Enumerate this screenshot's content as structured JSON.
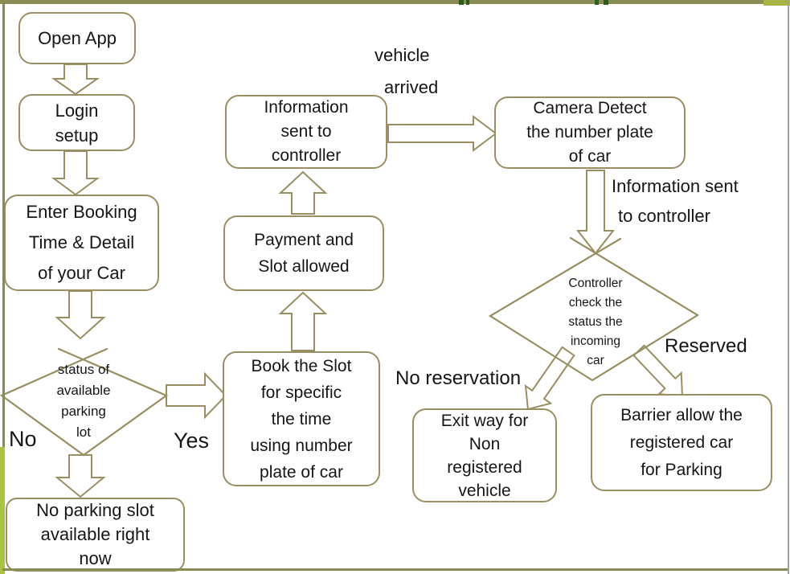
{
  "slide": {
    "description": "Parking app flowchart slide"
  },
  "nodes": {
    "open_app": {
      "lines": [
        "Open App"
      ]
    },
    "login_setup": {
      "lines": [
        "Login",
        "setup"
      ]
    },
    "enter_booking": {
      "lines": [
        "Enter Booking",
        "Time & Detail",
        "of your Car"
      ]
    },
    "status_diamond": {
      "lines": [
        "status of",
        "available",
        "parking",
        "lot"
      ]
    },
    "no_parking": {
      "lines": [
        "No parking slot",
        "available right",
        "now"
      ]
    },
    "book_slot": {
      "lines": [
        "Book the Slot",
        "for specific",
        "the time",
        "using number",
        "plate of car"
      ]
    },
    "payment": {
      "lines": [
        "Payment and",
        "Slot allowed"
      ]
    },
    "info_controller": {
      "lines": [
        "Information",
        "sent to",
        "controller"
      ]
    },
    "camera_detect": {
      "lines": [
        "Camera Detect",
        "the number plate",
        "of car"
      ]
    },
    "controller_diamond": {
      "lines": [
        "Controller",
        "check the",
        "status the",
        "incoming",
        "car"
      ]
    },
    "exit_way": {
      "lines": [
        "Exit way for",
        "Non",
        "registered",
        "vehicle"
      ]
    },
    "barrier": {
      "lines": [
        "Barrier allow the",
        "registered car",
        "for Parking"
      ]
    }
  },
  "labels": {
    "no": "No",
    "yes": "Yes",
    "vehicle_line1": "vehicle",
    "vehicle_line2": "arrived",
    "info_sent_line1": "Information sent",
    "info_sent_line2": "to controller",
    "no_reservation": "No reservation",
    "reserved": "Reserved"
  },
  "colors": {
    "outline": "#9a8f63",
    "text": "#161616",
    "frame": "#8b8b55",
    "accent": "#a9c23f",
    "topright": "#a7b545",
    "rightline": "#a3a396",
    "titleclip": "#2f5d1e"
  }
}
